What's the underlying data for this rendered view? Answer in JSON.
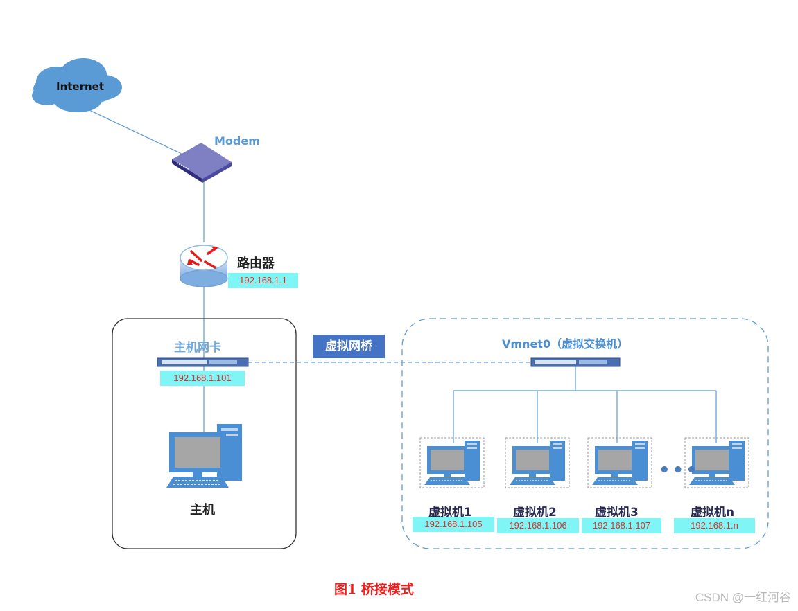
{
  "internet": {
    "label": "Internet"
  },
  "modem": {
    "label": "Modem"
  },
  "router": {
    "label": "路由器",
    "ip": "192.168.1.1"
  },
  "host": {
    "nic_label": "主机网卡",
    "nic_ip": "192.168.1.101",
    "label": "主机"
  },
  "bridge": {
    "label": "虚拟网桥"
  },
  "vswitch": {
    "label": "Vmnet0（虚拟交换机）"
  },
  "vms": [
    {
      "label": "虚拟机1",
      "ip": "192.168.1.105"
    },
    {
      "label": "虚拟机2",
      "ip": "192.168.1.106"
    },
    {
      "label": "虚拟机3",
      "ip": "192.168.1.107"
    },
    {
      "label": "虚拟机n",
      "ip": "192.168.1.n"
    }
  ],
  "ellipsis": "•••",
  "caption": "图1  桥接模式",
  "watermark": "CSDN @一红河谷",
  "colors": {
    "line": "#5b9bd5",
    "device": "#4a8fd4",
    "ip_bg": "#7ff5f5",
    "ip_text": "#e0302a",
    "bridge_bg": "#4472c4",
    "caption": "#e8201e"
  }
}
